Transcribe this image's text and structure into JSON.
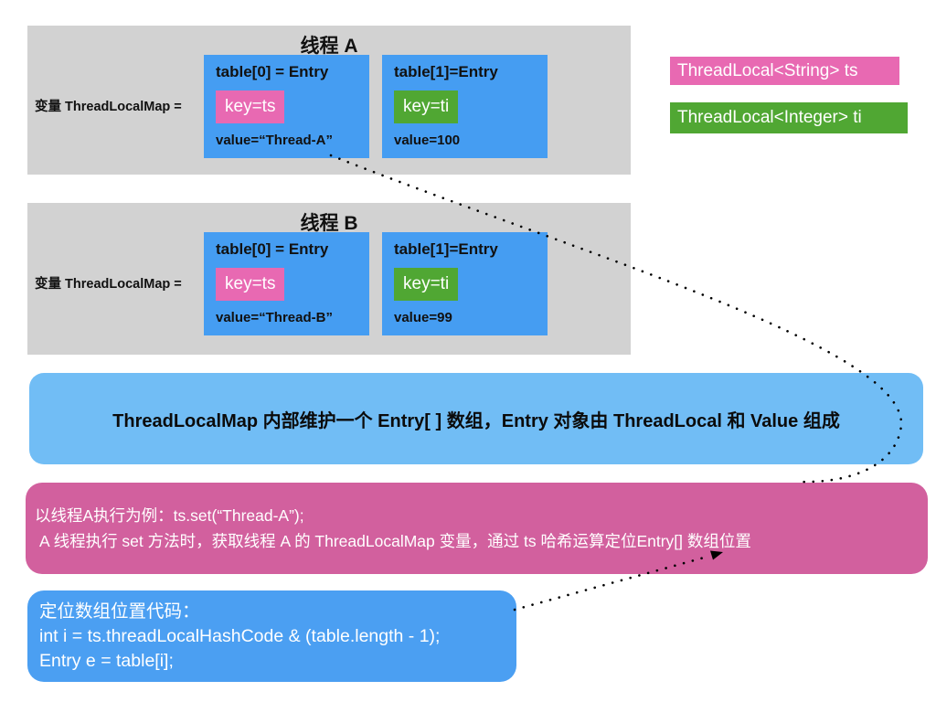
{
  "threads": [
    {
      "title": "线程 A",
      "var_label": "变量 ThreadLocalMap =",
      "entries": [
        {
          "title": "table[0] = Entry",
          "key": "key=ts",
          "value": "value=“Thread-A”"
        },
        {
          "title": "table[1]=Entry",
          "key": "key=ti",
          "value": "value=100"
        }
      ]
    },
    {
      "title": "线程 B",
      "var_label": "变量 ThreadLocalMap =",
      "entries": [
        {
          "title": "table[0] = Entry",
          "key": "key=ts",
          "value": "value=“Thread-B”"
        },
        {
          "title": "table[1]=Entry",
          "key": "key=ti",
          "value": "value=99"
        }
      ]
    }
  ],
  "legend": [
    {
      "label": "ThreadLocal<String> ts",
      "color": "#e869b2"
    },
    {
      "label": "ThreadLocal<Integer> ti",
      "color": "#50a733"
    }
  ],
  "notes": {
    "map_note": "ThreadLocalMap 内部维护一个 Entry[ ] 数组，Entry 对象由 ThreadLocal 和 Value 组成",
    "example": {
      "line1": "以线程A执行为例：ts.set(“Thread-A”);",
      "line2": "A 线程执行 set 方法时，获取线程 A 的 ThreadLocalMap 变量，通过 ts 哈希运算定位Entry[] 数组位置"
    }
  },
  "code": {
    "title": "定位数组位置代码：",
    "line1": "int i = ts.threadLocalHashCode & (table.length - 1);",
    "line2": "Entry e = table[i];"
  },
  "colors": {
    "panel_gray": "#d2d2d2",
    "entry_blue": "#459df2",
    "note_blue": "#71bdf5",
    "code_blue": "#4b9ff2",
    "key_pink": "#e869b2",
    "key_green": "#50a733",
    "note_pink": "#d2609e",
    "connector": "#000000"
  }
}
